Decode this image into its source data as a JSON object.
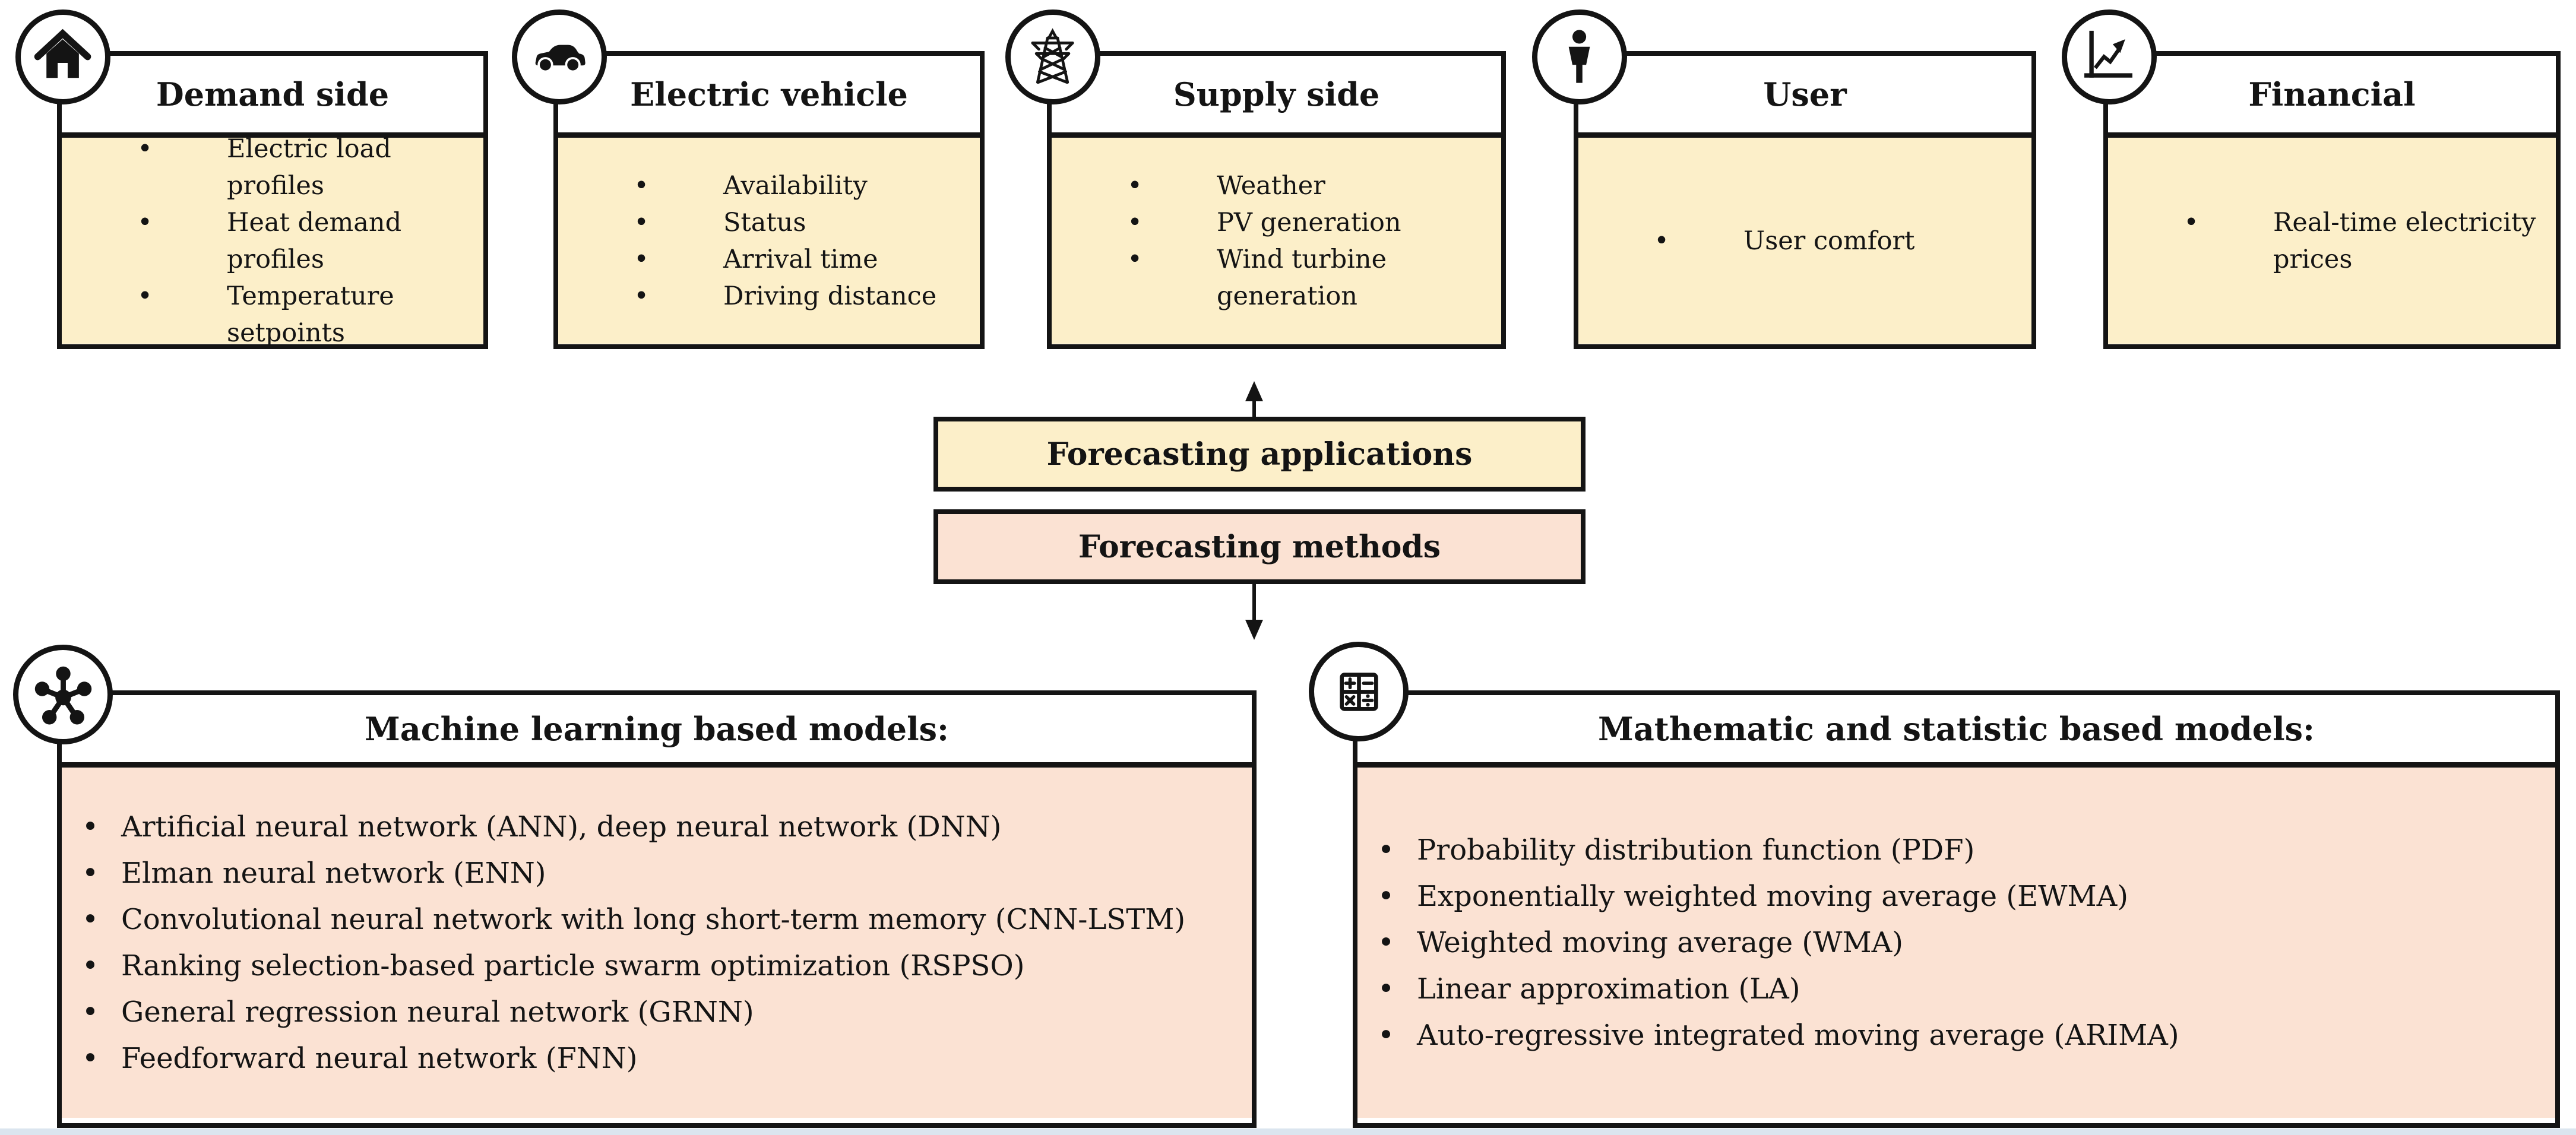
{
  "palette": {
    "yellow": "#FCEFC9",
    "salmon": "#FBE2D3",
    "border": "#141414",
    "background": "#FFFFFF"
  },
  "top_boxes": [
    {
      "icon": "home-icon",
      "title": "Demand side",
      "items": [
        "Electric load profiles",
        "Heat demand profiles",
        "Temperature\nsetpoints"
      ]
    },
    {
      "icon": "car-icon",
      "title": "Electric vehicle",
      "items": [
        "Availability",
        "Status",
        "Arrival time",
        "Driving distance"
      ]
    },
    {
      "icon": "transmission-tower-icon",
      "title": "Supply side",
      "items": [
        "Weather",
        "PV generation",
        "Wind turbine\ngeneration"
      ]
    },
    {
      "icon": "person-icon",
      "title": "User",
      "items": [
        "User comfort"
      ]
    },
    {
      "icon": "line-chart-icon",
      "title": "Financial",
      "items": [
        "Real-time electricity\nprices"
      ]
    }
  ],
  "flow": {
    "applications_label": "Forecasting applications",
    "methods_label": "Forecasting methods"
  },
  "bottom_boxes": [
    {
      "icon": "neural-network-icon",
      "title": "Machine learning based models:",
      "items": [
        "Artificial neural network (ANN), deep neural network (DNN)",
        "Elman neural network (ENN)",
        "Convolutional neural network with long short-term memory (CNN-LSTM)",
        "Ranking selection-based particle swarm optimization (RSPSO)",
        "General regression neural network (GRNN)",
        "Feedforward neural network (FNN)"
      ]
    },
    {
      "icon": "calculator-icon",
      "title": "Mathematic and statistic based models:",
      "items": [
        "Probability distribution function (PDF)",
        "Exponentially weighted moving average (EWMA)",
        "Weighted moving average (WMA)",
        "Linear approximation (LA)",
        "Auto-regressive integrated moving average (ARIMA)"
      ]
    }
  ]
}
